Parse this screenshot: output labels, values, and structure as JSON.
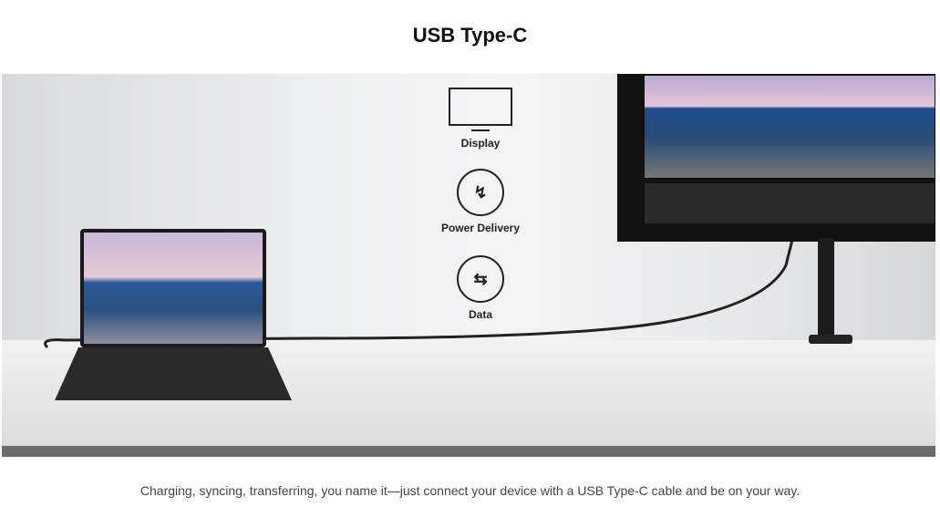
{
  "title": "USB Type-C",
  "features": [
    {
      "label": "Display",
      "icon": "monitor-icon"
    },
    {
      "label": "Power Delivery",
      "icon": "lightning-icon"
    },
    {
      "label": "Data",
      "icon": "transfer-arrows-icon"
    }
  ],
  "caption": "Charging, syncing, transferring, you name it—just connect your device with a USB Type-C cable and be on your way."
}
